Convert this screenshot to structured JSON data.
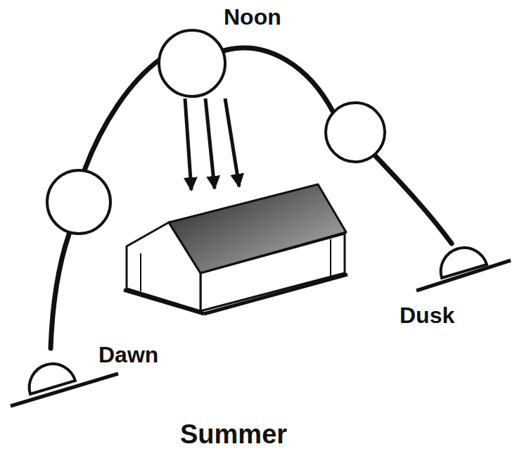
{
  "diagram": {
    "caption": "Summer",
    "labels": [
      "Noon",
      "Dawn",
      "Dusk"
    ]
  }
}
